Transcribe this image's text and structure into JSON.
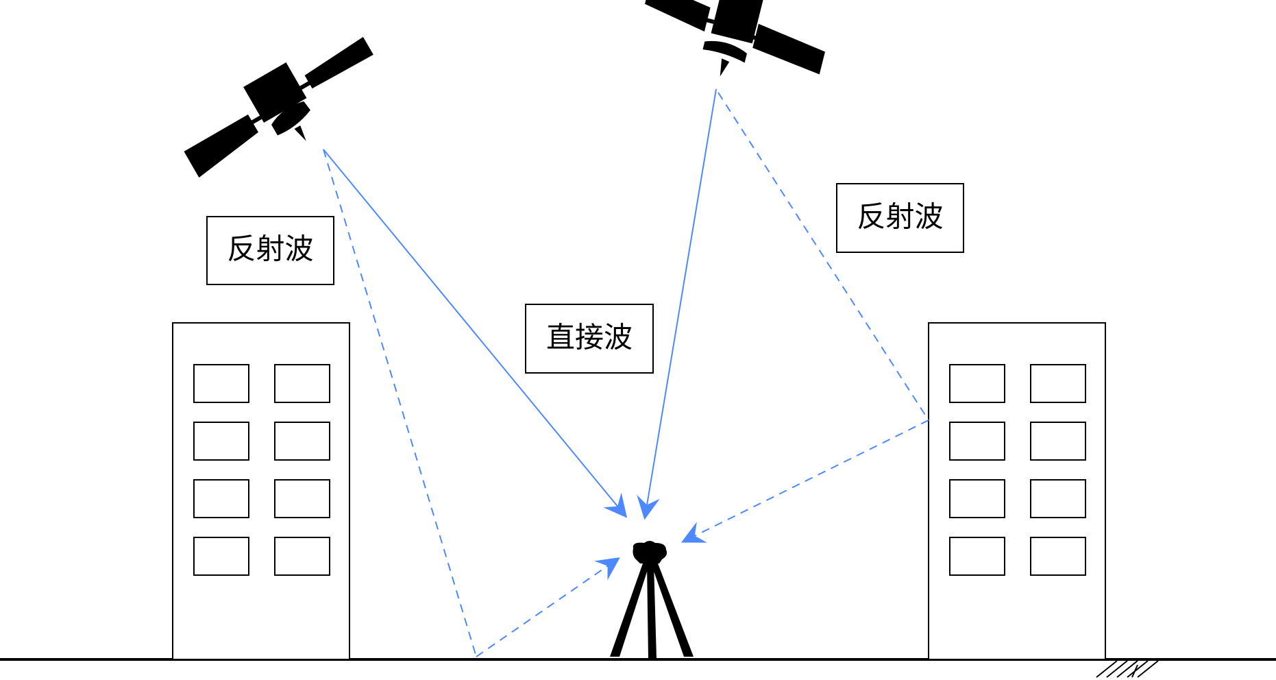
{
  "labels": {
    "reflected_left": "反射波",
    "reflected_right": "反射波",
    "direct": "直接波"
  },
  "colors": {
    "signal": "#4d88ff",
    "ink": "#000000",
    "background": "#ffffff"
  },
  "icons": {
    "satellite_left": "satellite-icon",
    "satellite_right": "satellite-icon",
    "receiver": "gnss-receiver-tripod-icon"
  }
}
